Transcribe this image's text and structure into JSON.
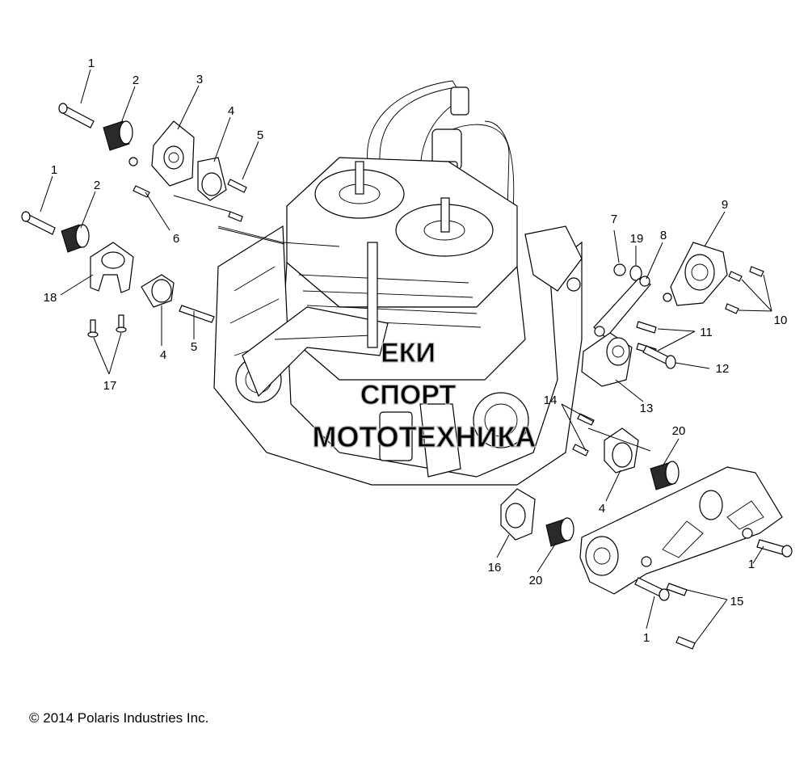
{
  "callouts": {
    "c1a": "1",
    "c2a": "2",
    "c3": "3",
    "c4a": "4",
    "c5a": "5",
    "c1b": "1",
    "c2b": "2",
    "c6": "6",
    "c18": "18",
    "c4b": "4",
    "c5b": "5",
    "c17": "17",
    "c7": "7",
    "c19": "19",
    "c8": "8",
    "c9": "9",
    "c10": "10",
    "c11": "11",
    "c12": "12",
    "c13": "13",
    "c14": "14",
    "c20a": "20",
    "c4c": "4",
    "c1c": "1",
    "c16": "16",
    "c20b": "20",
    "c15": "15",
    "c1d": "1"
  },
  "watermark": {
    "line1": "ЕКИ",
    "line2": "СПОРТ",
    "line3": "МОТОТЕХНИКА"
  },
  "copyright": "© 2014 Polaris Industries Inc."
}
